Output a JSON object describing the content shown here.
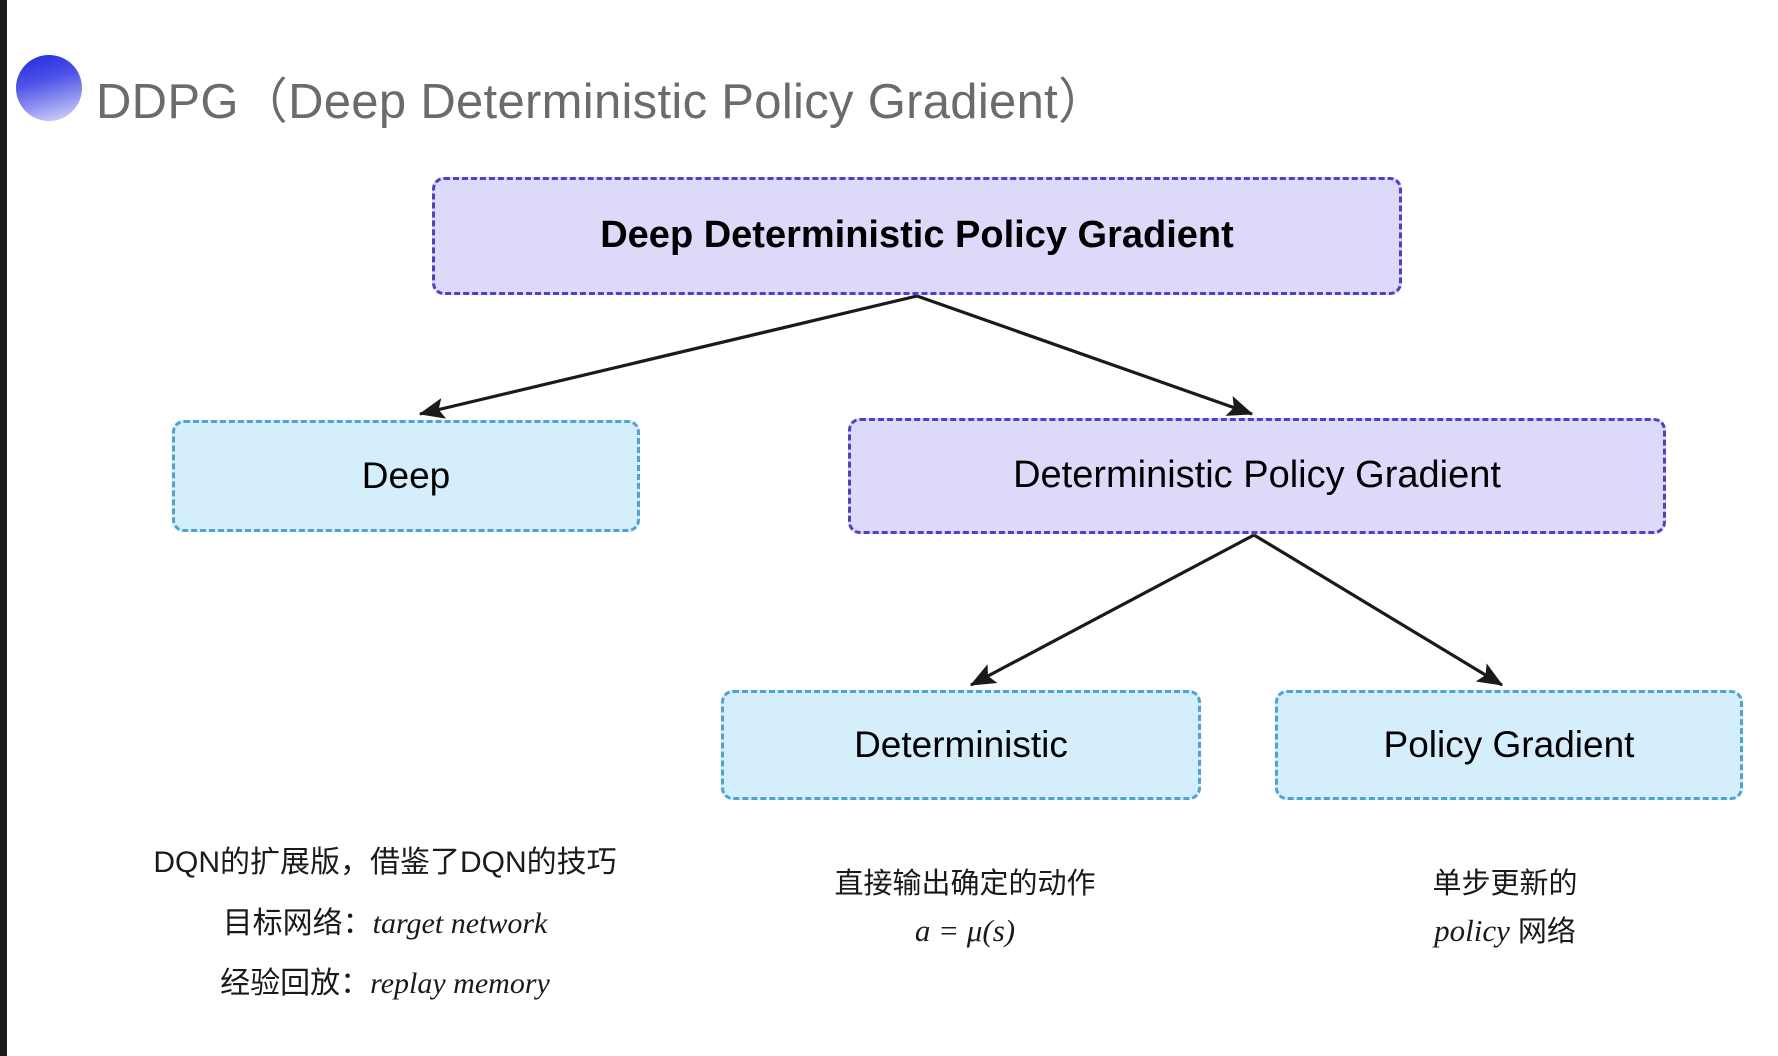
{
  "slide": {
    "title": "DDPG（Deep Deterministic Policy Gradient）",
    "bullet_icon": "gradient-circle-bullet",
    "background_color": "#ffffff",
    "title_color": "#6b6b6b"
  },
  "colors": {
    "purple_fill": "#ddd9f9",
    "purple_border": "#4a41d4",
    "cyan_fill": "#d5eefb",
    "cyan_border": "#4ba3da",
    "arrow": "#1a1a1a",
    "text": "#1a1a1a"
  },
  "diagram": {
    "type": "tree",
    "nodes": [
      {
        "id": "root",
        "label": "Deep Deterministic Policy Gradient",
        "style": "purple",
        "level": 0
      },
      {
        "id": "deep",
        "label": "Deep",
        "style": "cyan",
        "level": 1
      },
      {
        "id": "dpg",
        "label": "Deterministic Policy Gradient",
        "style": "purple",
        "level": 1
      },
      {
        "id": "deterministic",
        "label": "Deterministic",
        "style": "cyan",
        "level": 2
      },
      {
        "id": "policy_gradient",
        "label": "Policy Gradient",
        "style": "cyan",
        "level": 2
      }
    ],
    "edges": [
      {
        "from": "root",
        "to": "deep"
      },
      {
        "from": "root",
        "to": "dpg"
      },
      {
        "from": "dpg",
        "to": "deterministic"
      },
      {
        "from": "dpg",
        "to": "policy_gradient"
      }
    ]
  },
  "captions": {
    "deep": {
      "line1": "DQN的扩展版，借鉴了DQN的技巧",
      "line2_label": "目标网络：",
      "line2_term": "target network",
      "line3_label": "经验回放：",
      "line3_term": "replay memory"
    },
    "deterministic": {
      "line1": "直接输出确定的动作",
      "formula": "a = μ(s)"
    },
    "policy_gradient": {
      "line1": "单步更新的",
      "line2_term": "policy",
      "line2_suffix": " 网络"
    }
  }
}
